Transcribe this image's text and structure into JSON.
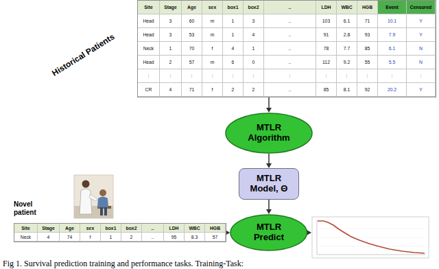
{
  "diagram": {
    "caption": "Fig 1. Survival prediction training and performance tasks. Training-Task:",
    "nodes": [
      {
        "text": [
          "Historical Patients",
          "Site",
          "Stage",
          "Age",
          "sex",
          "box1",
          "box2",
          "..",
          "LDH",
          "WBC",
          "HGB",
          "Event",
          "Censored",
          "Head",
          "3",
          "60",
          "m",
          "1",
          "3",
          "..",
          "103",
          "6.1",
          "71",
          "10.1",
          "Y",
          "Head",
          "3",
          "53",
          "m",
          "1",
          "4",
          "..",
          "91",
          "2.8",
          "93",
          "7.9",
          "Y",
          "Neck",
          "1",
          "70",
          "f",
          "4",
          "1",
          "..",
          "78",
          "7.7",
          "85",
          "6.1",
          "N",
          "Head",
          "2",
          "57",
          "m",
          "6",
          "0",
          "..",
          "112",
          "9.2",
          "55",
          "5.5",
          "N",
          ":",
          ":",
          ":",
          ":",
          ":",
          ":",
          ":",
          ":",
          ":",
          ":",
          ":",
          ":",
          "CR",
          "4",
          "71",
          "f",
          "2",
          "2",
          "..",
          "85",
          "8.1",
          "92",
          "20.2",
          "Y"
        ]
      },
      {
        "text": [
          "MTLR Algorithm"
        ]
      },
      {
        "text": [
          "MTLR Model, Θ"
        ]
      },
      {
        "text": [
          "Novel patient",
          "Site",
          "Stage",
          "Age",
          "sex",
          "box1",
          "box2",
          "..",
          "LDH",
          "WBC",
          "HGB",
          "Neck",
          "4",
          "74",
          "f",
          "1",
          "2",
          "..",
          "95",
          "8.3",
          "57"
        ]
      },
      {
        "text": [
          "MTLR Predict"
        ]
      }
    ],
    "edges": [
      {
        "from": 0,
        "to": 1,
        "arrow": "to"
      },
      {
        "from": 1,
        "to": 2,
        "arrow": "to"
      },
      {
        "from": 2,
        "to": 4,
        "arrow": "to"
      },
      {
        "from": 3,
        "to": 4,
        "arrow": "to"
      }
    ]
  }
}
